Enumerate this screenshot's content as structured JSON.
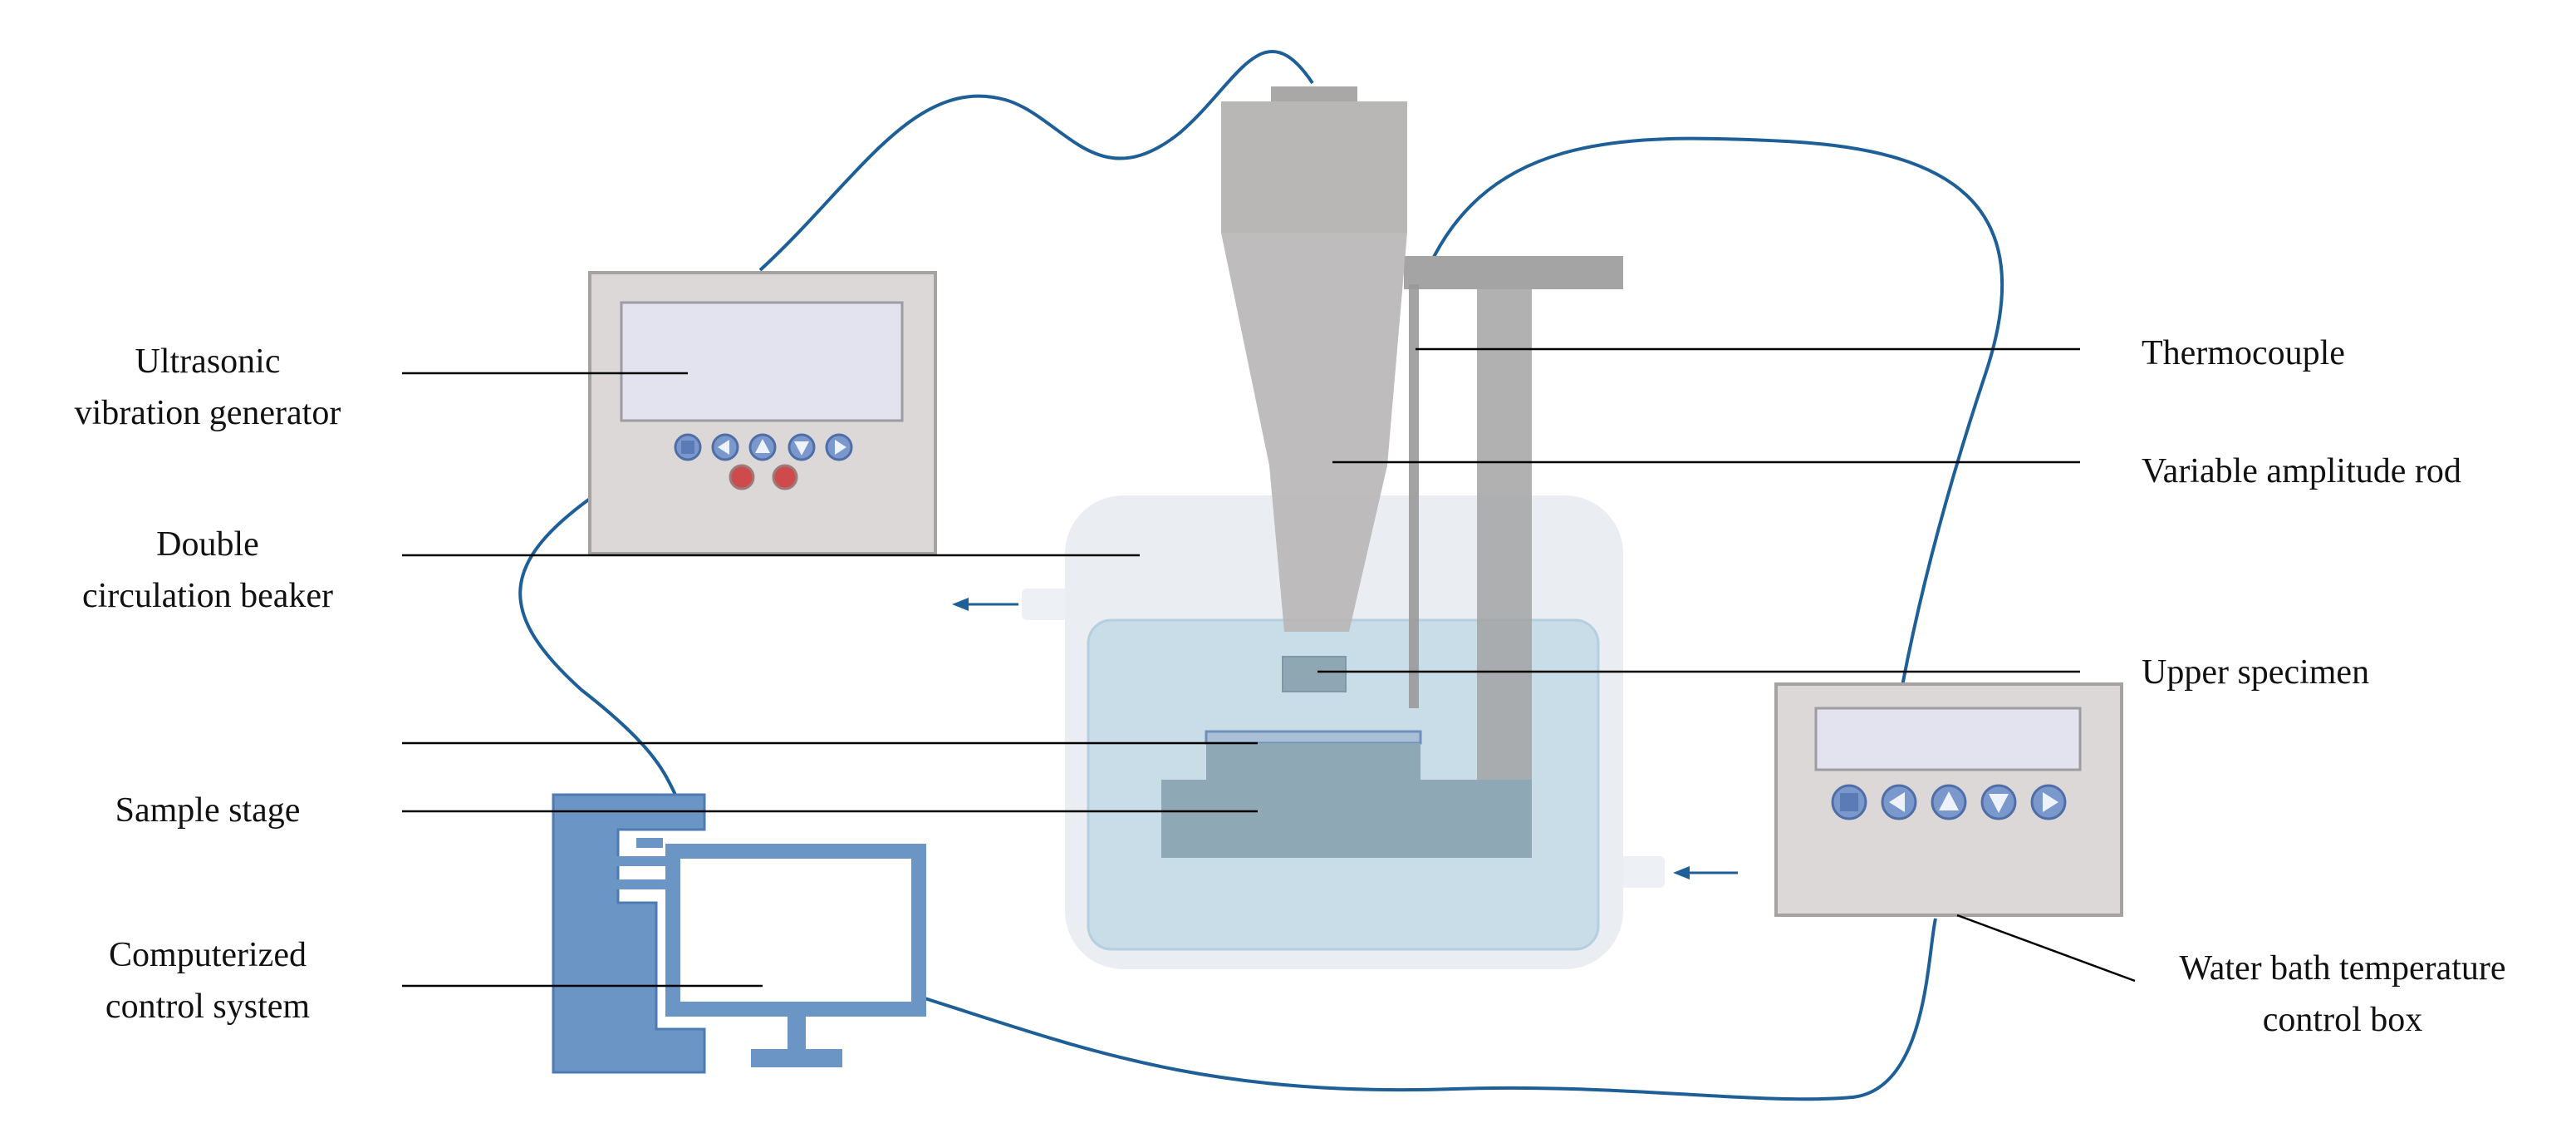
{
  "labels": {
    "ultrasonic_1": "Ultrasonic",
    "ultrasonic_2": "vibration generator",
    "beaker_1": "Double",
    "beaker_2": "circulation beaker",
    "sample_stage": "Sample stage",
    "computer_1": "Computerized",
    "computer_2": "control system",
    "thermocouple": "Thermocouple",
    "amplitude_rod": "Variable amplitude rod",
    "upper_specimen": "Upper specimen",
    "water_bath_1": "Water bath temperature",
    "water_bath_2": "control box"
  },
  "colors": {
    "cable": "#1d5f96",
    "device_fill": "#dcd8d8",
    "device_stroke": "#a6a2a2",
    "screen_fill": "#e2e3ee",
    "button_blue": "#7a98cc",
    "button_red": "#cf4a4a",
    "horn": "#b9b6b6",
    "water": "#c8dde8",
    "beaker": "#e7ecf1",
    "computer": "#6b95c5",
    "stage": "#8fa8b6",
    "leader": "#000000"
  }
}
